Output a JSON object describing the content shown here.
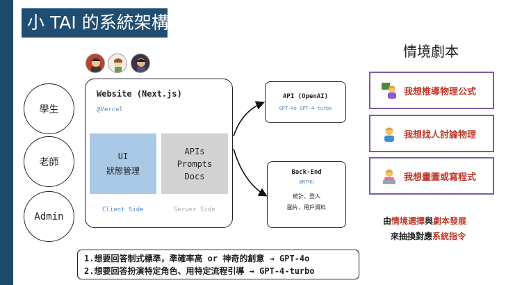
{
  "title": "小 TAI 的系統架構",
  "roles": [
    "學生",
    "老師",
    "Admin"
  ],
  "website": {
    "title": "Website (Next.js)",
    "subtitle": "@Vercel",
    "client": {
      "line1": "UI",
      "line2": "狀態管理",
      "caption": "Client Side"
    },
    "server": {
      "line1": "APIs",
      "line2": "Prompts",
      "line3": "Docs",
      "caption": "Server Side"
    }
  },
  "api": {
    "title": "API (OpenAI)",
    "models": "GPT-4o GPT-4-turbo"
  },
  "backend": {
    "title": "Back-End",
    "subtitle": "@NTHU",
    "line1": "統計、登入",
    "line2": "圖片、用戶資料"
  },
  "scenarios": {
    "title": "情境劇本",
    "items": [
      {
        "text": "我想推導物理公式",
        "icon": "teacher-at-board-icon"
      },
      {
        "text": "我想找人討論物理",
        "icon": "person-raising-hand-icon"
      },
      {
        "text": "我想畫圖或寫程式",
        "icon": "person-at-laptop-icon"
      }
    ],
    "note1": {
      "p1": "由",
      "h1": "情境選擇",
      "p2": "與",
      "h2": "劇本發展"
    },
    "note2": {
      "p1": "來抽換對應",
      "h1": "系統指令"
    }
  },
  "bottom": {
    "line1": "1.想要回答制式標準，準確率高 or 神奇的創意 → GPT-4o",
    "line2": "2.想要回答扮演特定角色、用特定流程引導 → GPT-4-turbo"
  },
  "colors": {
    "title_bg": "#1f4e72",
    "left_bar": "#1e4a6b",
    "client": "#a9c9e6",
    "server": "#d2d2d2",
    "accent_red": "#c0392b",
    "scenario_border": "#7c5ca8"
  }
}
